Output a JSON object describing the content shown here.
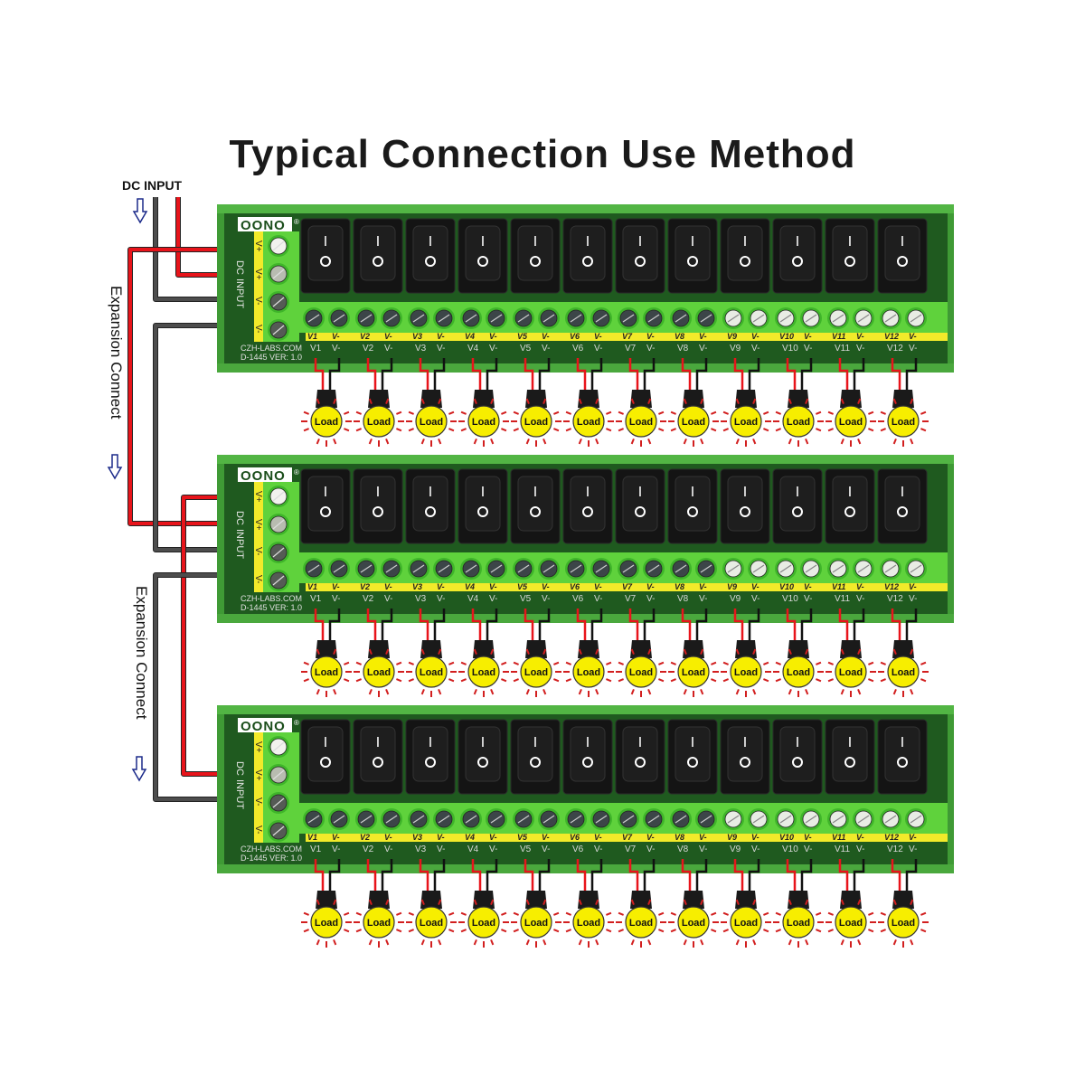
{
  "title": "Typical Connection Use Method",
  "dc_input_label": "DC INPUT",
  "expansion_labels": [
    "Expansion Connect",
    "Expansion Connect"
  ],
  "board": {
    "brand": "OONO",
    "registered_mark": "®",
    "website": "CZH-LABS.COM",
    "model": "D-1445",
    "version": "VER: 1.0",
    "input_terminal_labels": [
      "V+",
      "V+",
      "V-",
      "V-"
    ],
    "input_side_text": [
      "DC",
      "INPUT"
    ],
    "switch_on_symbol": "I",
    "switch_off_symbol": "O",
    "channels": [
      {
        "label": "V1",
        "neg": "V-"
      },
      {
        "label": "V2",
        "neg": "V-"
      },
      {
        "label": "V3",
        "neg": "V-"
      },
      {
        "label": "V4",
        "neg": "V-"
      },
      {
        "label": "V5",
        "neg": "V-"
      },
      {
        "label": "V6",
        "neg": "V-"
      },
      {
        "label": "V7",
        "neg": "V-"
      },
      {
        "label": "V8",
        "neg": "V-"
      },
      {
        "label": "V9",
        "neg": "V-"
      },
      {
        "label": "V10",
        "neg": "V-"
      },
      {
        "label": "V11",
        "neg": "V-"
      },
      {
        "label": "V12",
        "neg": "V-"
      }
    ]
  },
  "boards": [
    {
      "name": "board-1"
    },
    {
      "name": "board-2"
    },
    {
      "name": "board-3"
    }
  ],
  "load_label": "Load",
  "colors": {
    "board_green": "#3f9a35",
    "board_dark": "#1f5a1f",
    "terminal_green": "#5fd23c",
    "label_yellow": "#f2ea2a",
    "switch_black": "#141414",
    "wire_red": "#e8141b",
    "wire_gray": "#4d4d4d",
    "wire_black": "#111111",
    "load_yellow": "#f7ee00",
    "arrow_blue": "#1b2a8a"
  }
}
